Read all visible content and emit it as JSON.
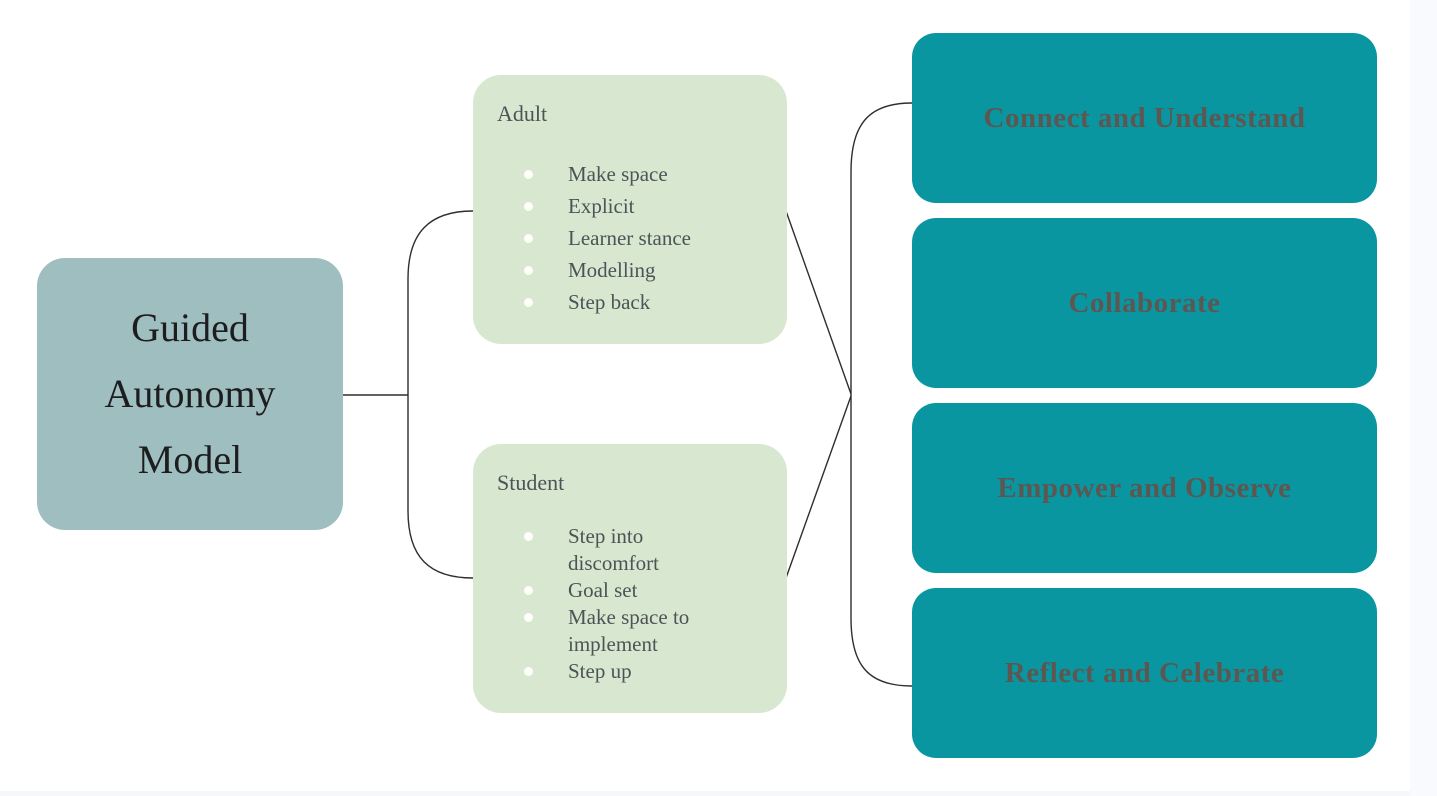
{
  "diagram": {
    "title": "Guided Autonomy Model",
    "root": {
      "label": "Guided Autonomy Model",
      "lines": [
        "Guided",
        "Autonomy",
        "Model"
      ]
    },
    "groups": [
      {
        "title": "Adult",
        "items": [
          "Make space",
          "Explicit",
          "Learner stance",
          "Modelling",
          "Step back"
        ]
      },
      {
        "title": "Student",
        "items": [
          "Step into discomfort",
          "Goal set",
          "Make space to implement",
          "Step up"
        ]
      }
    ],
    "phases": [
      {
        "label": "Connect and Understand"
      },
      {
        "label": "Collaborate"
      },
      {
        "label": "Empower and Observe"
      },
      {
        "label": "Reflect and Celebrate"
      }
    ],
    "colors": {
      "root_fill": "#9fbec0",
      "group_fill": "#d8e8d0",
      "phase_fill": "#0a96a1",
      "root_text": "#1d1d1f",
      "group_text": "#4d5356",
      "phase_text": "#5d5752",
      "bullet": "#fdfef9",
      "connector": "#2e2e2e",
      "canvas_bg": "#ffffff",
      "gutter": "#f8fafd"
    }
  }
}
